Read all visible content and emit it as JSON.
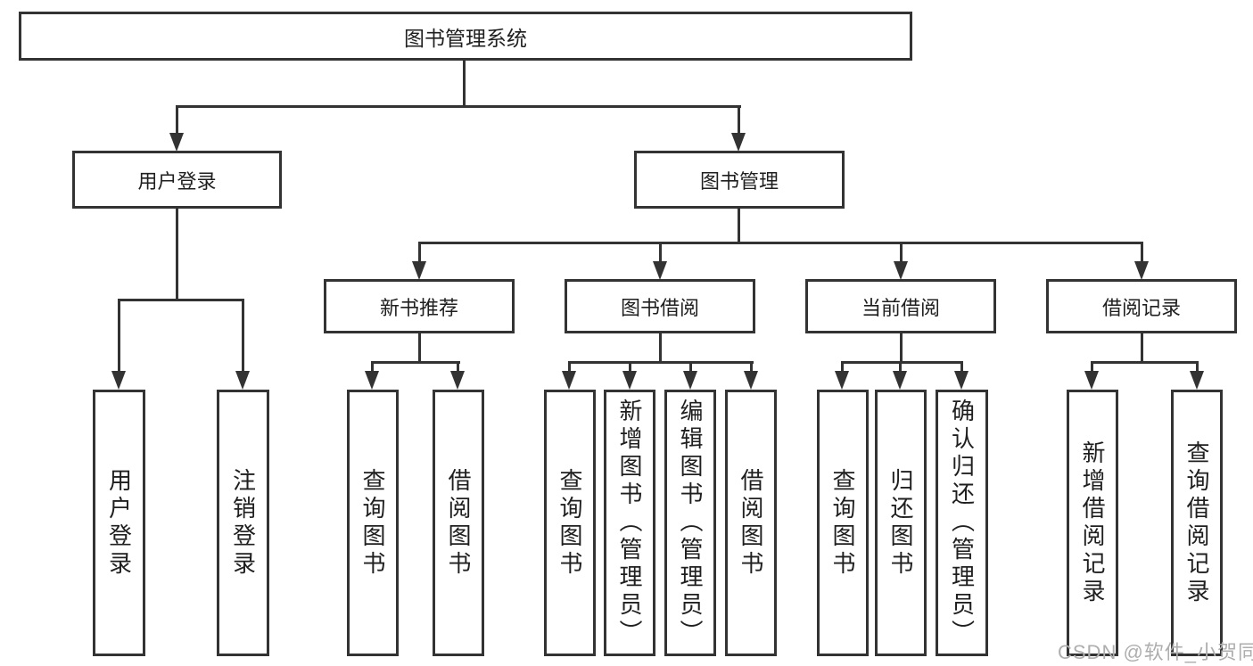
{
  "diagram": {
    "root": {
      "label": "图书管理系统"
    },
    "branches": [
      {
        "label": "用户登录",
        "children": [
          {
            "label": "用户登录"
          },
          {
            "label": "注销登录"
          }
        ]
      },
      {
        "label": "图书管理",
        "children": [
          {
            "label": "新书推荐",
            "children": [
              {
                "label": "查询图书"
              },
              {
                "label": "借阅图书"
              }
            ]
          },
          {
            "label": "图书借阅",
            "children": [
              {
                "label": "查询图书"
              },
              {
                "label": "新增图书（管理员）"
              },
              {
                "label": "编辑图书（管理员）"
              },
              {
                "label": "借阅图书"
              }
            ]
          },
          {
            "label": "当前借阅",
            "children": [
              {
                "label": "查询图书"
              },
              {
                "label": "归还图书"
              },
              {
                "label": "确认归还（管理员）"
              }
            ]
          },
          {
            "label": "借阅记录",
            "children": [
              {
                "label": "新增借阅记录"
              },
              {
                "label": "查询借阅记录"
              }
            ]
          }
        ]
      }
    ]
  },
  "watermark": {
    "text": "CSDN @软件_小贺同学"
  },
  "colors": {
    "line": "#333333",
    "border": "#333333",
    "text": "#1f1f1f",
    "background": "#ffffff",
    "watermark": "#aeaeae"
  }
}
